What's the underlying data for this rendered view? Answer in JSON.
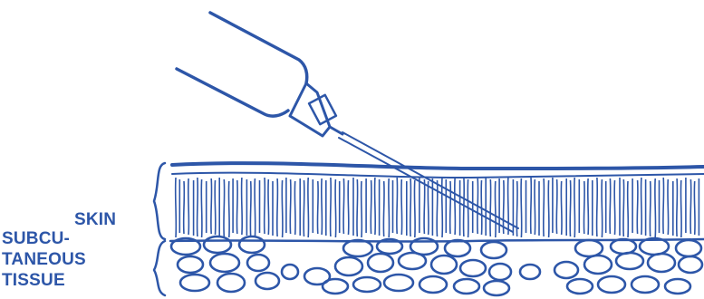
{
  "labels": {
    "skin": "SKIN",
    "subcutaneous": [
      "SUBCU-",
      "TANEOUS",
      "TISSUE"
    ]
  },
  "colors": {
    "ink": "#2d56a8",
    "background": "#ffffff"
  },
  "icons": [
    "syringe-needle",
    "skin-layer",
    "fat-cells"
  ]
}
